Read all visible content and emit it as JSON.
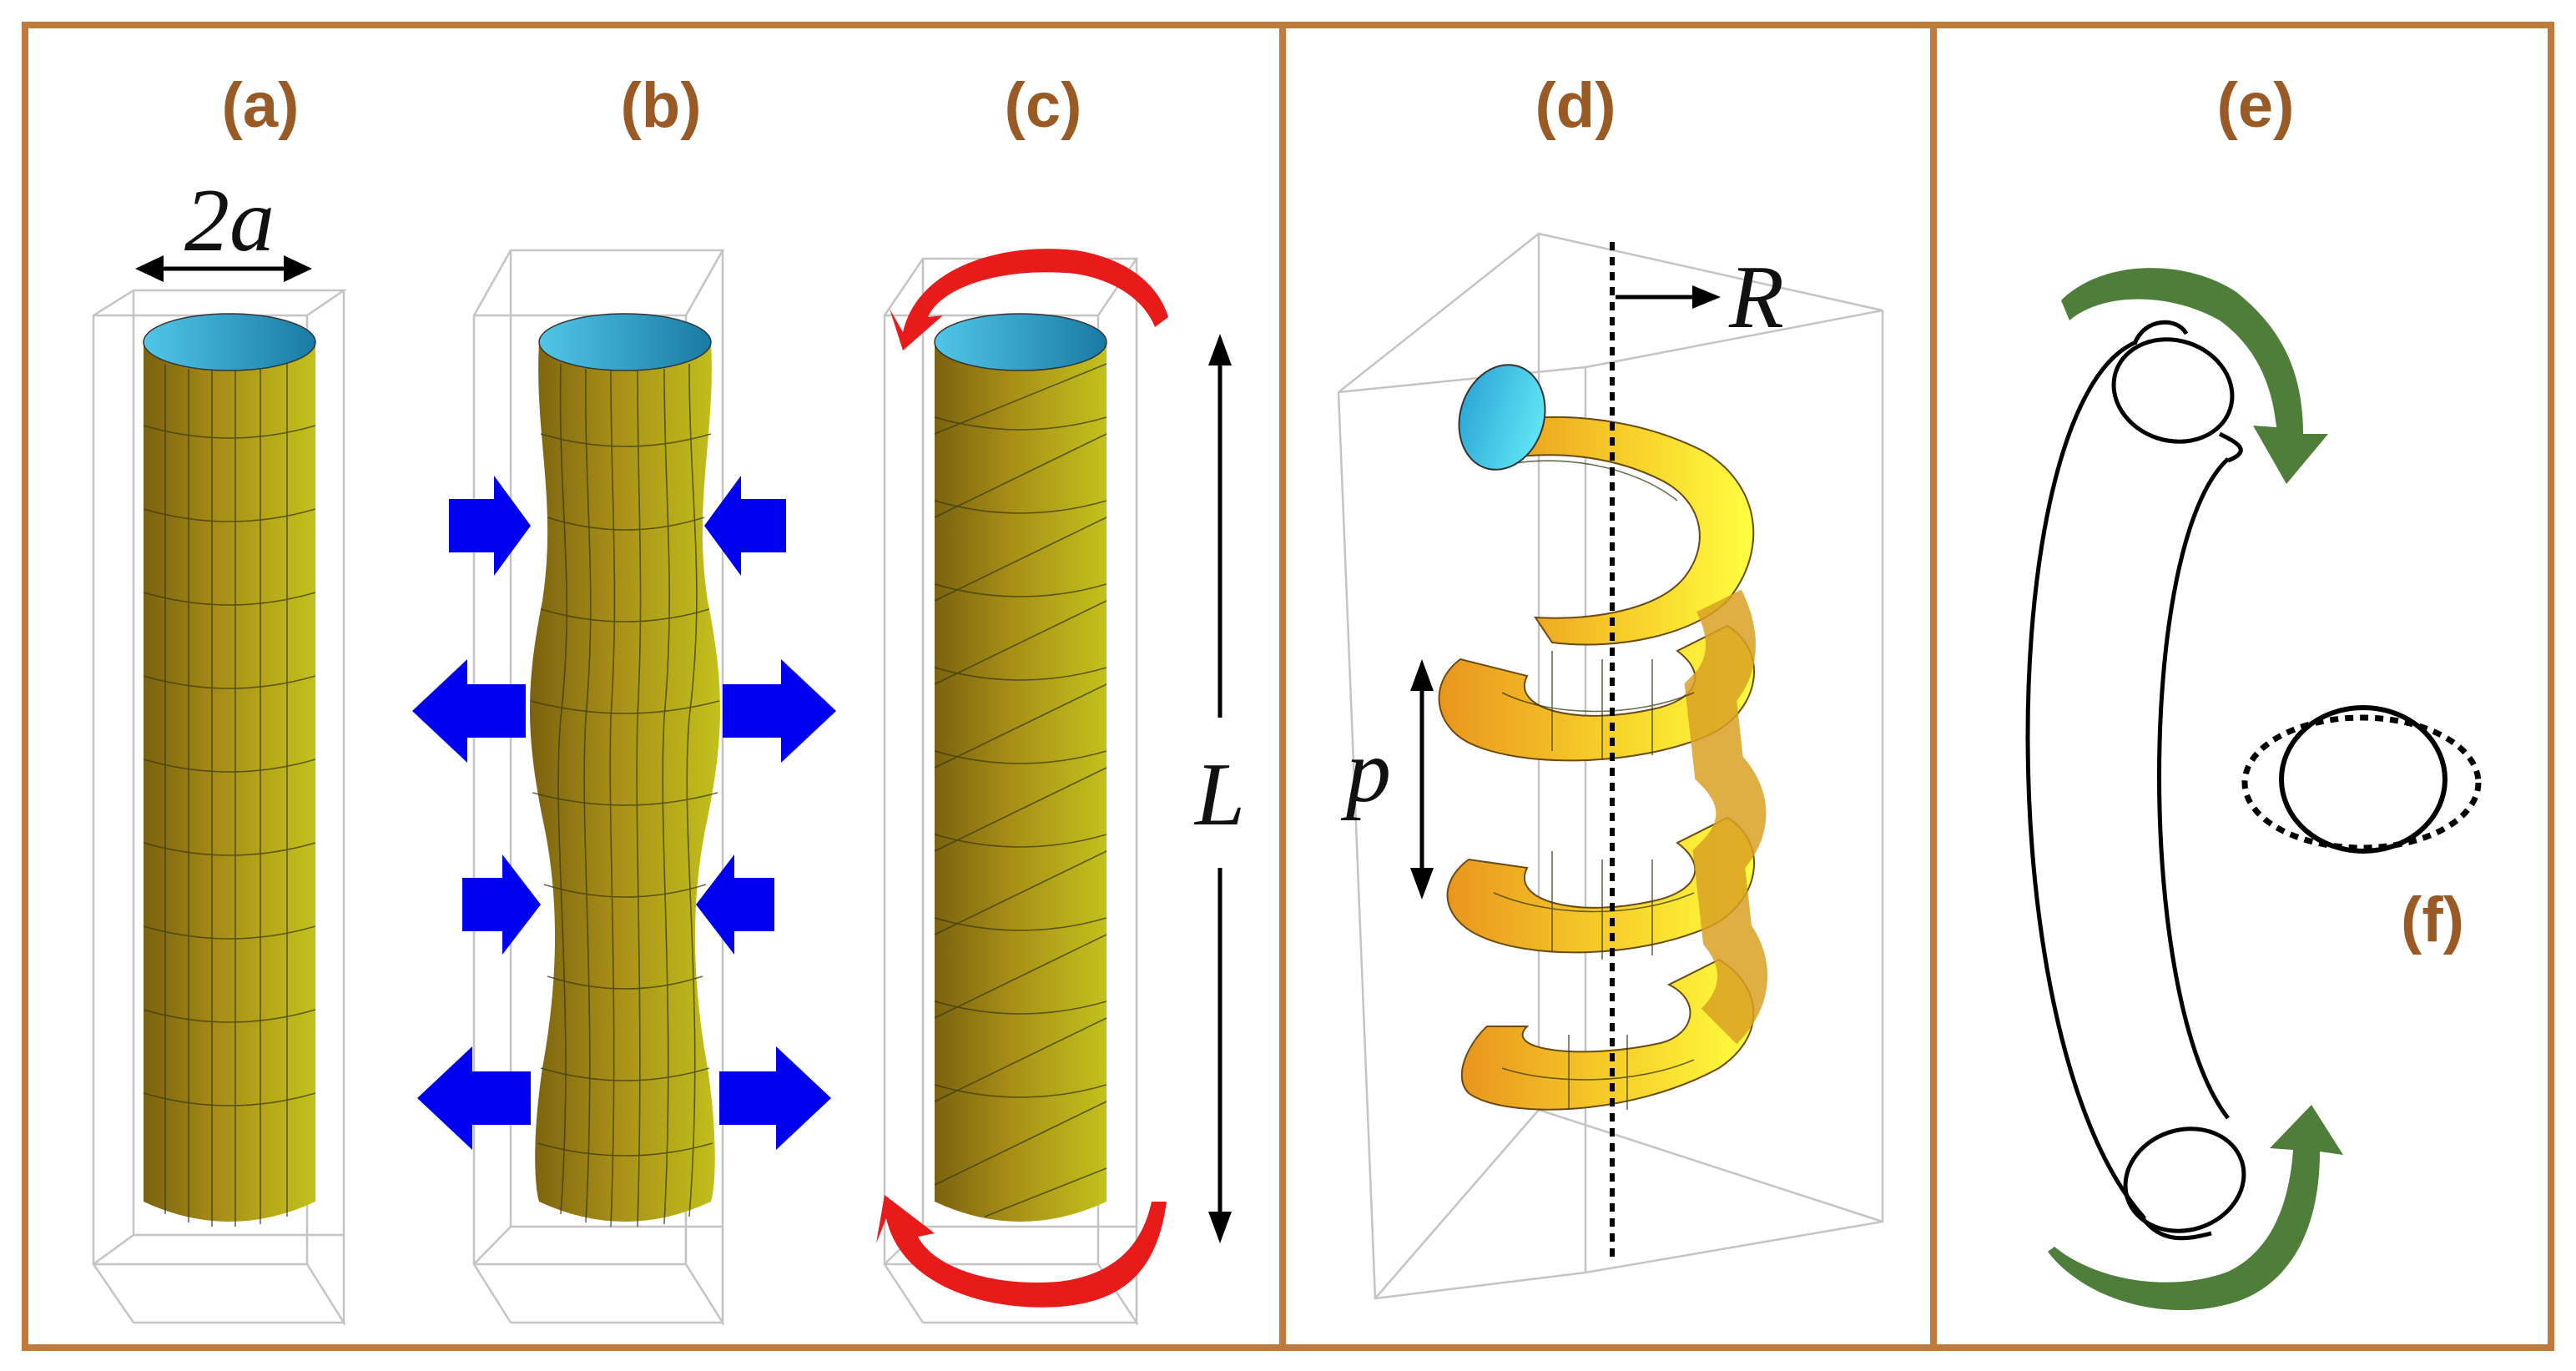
{
  "panels": [
    {
      "id": "a",
      "label": "(a)"
    },
    {
      "id": "b",
      "label": "(b)"
    },
    {
      "id": "c",
      "label": "(c)"
    },
    {
      "id": "d",
      "label": "(d)"
    },
    {
      "id": "e",
      "label": "(e)"
    },
    {
      "id": "f",
      "label": "(f)"
    }
  ],
  "symbols": {
    "diameter": "2a",
    "length": "L",
    "radius": "R",
    "pitch": "p"
  },
  "colors": {
    "frame": "#bf7a3c",
    "label": "#9a5a25",
    "cylinder_left": "#8e7414",
    "cylinder_right": "#b9b618",
    "cap": "#2a9fc4",
    "force_arrow": "#0000f0",
    "torque_arrow": "#e81a1a",
    "rotation_arrow": "#4f7d3a"
  }
}
